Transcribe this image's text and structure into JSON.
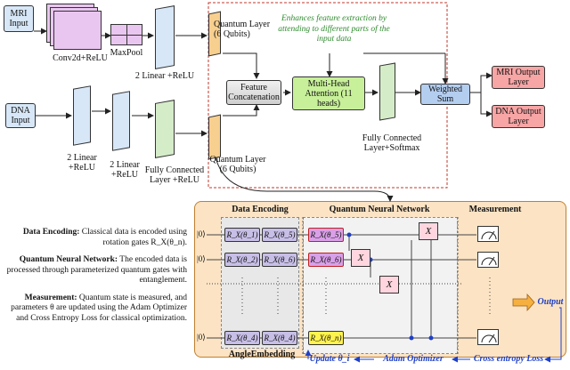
{
  "inputs": {
    "mri": "MRI Input",
    "dna": "DNA Input"
  },
  "mri_branch": {
    "conv": "Conv2d+ReLU",
    "maxpool": "MaxPool",
    "linear": "2 Linear +ReLU",
    "quantum": "Quantum Layer (6 Qubits)"
  },
  "dna_branch": {
    "linear1": "2 Linear +ReLU",
    "linear2": "2 Linear +ReLU",
    "fc": "Fully Connected Layer +ReLU",
    "quantum": "Quantum Layer (6 Qubits)"
  },
  "fusion": {
    "concat": "Feature Concatenation",
    "attention": "Multi-Head Attention (11 heads)",
    "note": "Enhances feature extraction by attending to different parts of the input data",
    "fc": "Fully Connected Layer+Softmax",
    "wsum": "Weighted Sum",
    "mri_out": "MRI Output Layer",
    "dna_out": "DNA Output Layer"
  },
  "descriptions": {
    "enc_title": "Data Encoding:",
    "enc_body": "Classical data is encoded using rotation gates R_X(θ_n).",
    "qnn_title": "Quantum Neural Network:",
    "qnn_body": "The encoded data is processed through parameterized quantum gates with entanglement.",
    "meas_title": "Measurement:",
    "meas_body": "Quantum state is measured, and parameters θ are updated using the Adam Optimizer and Cross Entropy Loss for classical optimization."
  },
  "circuit": {
    "sec_encoding": "Data Encoding",
    "sec_qnn": "Quantum Neural Network",
    "sec_meas": "Measurement",
    "kets": [
      "|0⟩",
      "|0⟩",
      "|0⟩"
    ],
    "enc_gates": [
      [
        "R_X(θ_1)",
        "R_X(θ_5)"
      ],
      [
        "R_X(θ_2)",
        "R_X(θ_6)"
      ],
      [
        "R_X(θ_4)",
        "R_X(θ_4)"
      ]
    ],
    "param_gates": [
      "R_X(θ_5)",
      "R_X(θ_6)",
      "R_X(θ_n)"
    ],
    "x_label": "X",
    "angle_embedding": "AngleEmbedding",
    "output": "Output",
    "update": "Update θ_i",
    "adam": "Adam Optimizer",
    "ce": "Cross entropy Loss"
  },
  "colors": {
    "orange_panel": "#fbe3c4",
    "mri_slab": "#e9c6f0",
    "blue_slab": "#d7e7f7",
    "green_slab": "#d5ecc9",
    "orange_slab": "#f7cf8f",
    "attention": "#c8f09a",
    "wsum": "#b4cef0",
    "out": "#f7a5a5",
    "note_green": "#2e8b2e",
    "dashed_red": "#c0392b",
    "blue_text": "#1f3fc4"
  }
}
